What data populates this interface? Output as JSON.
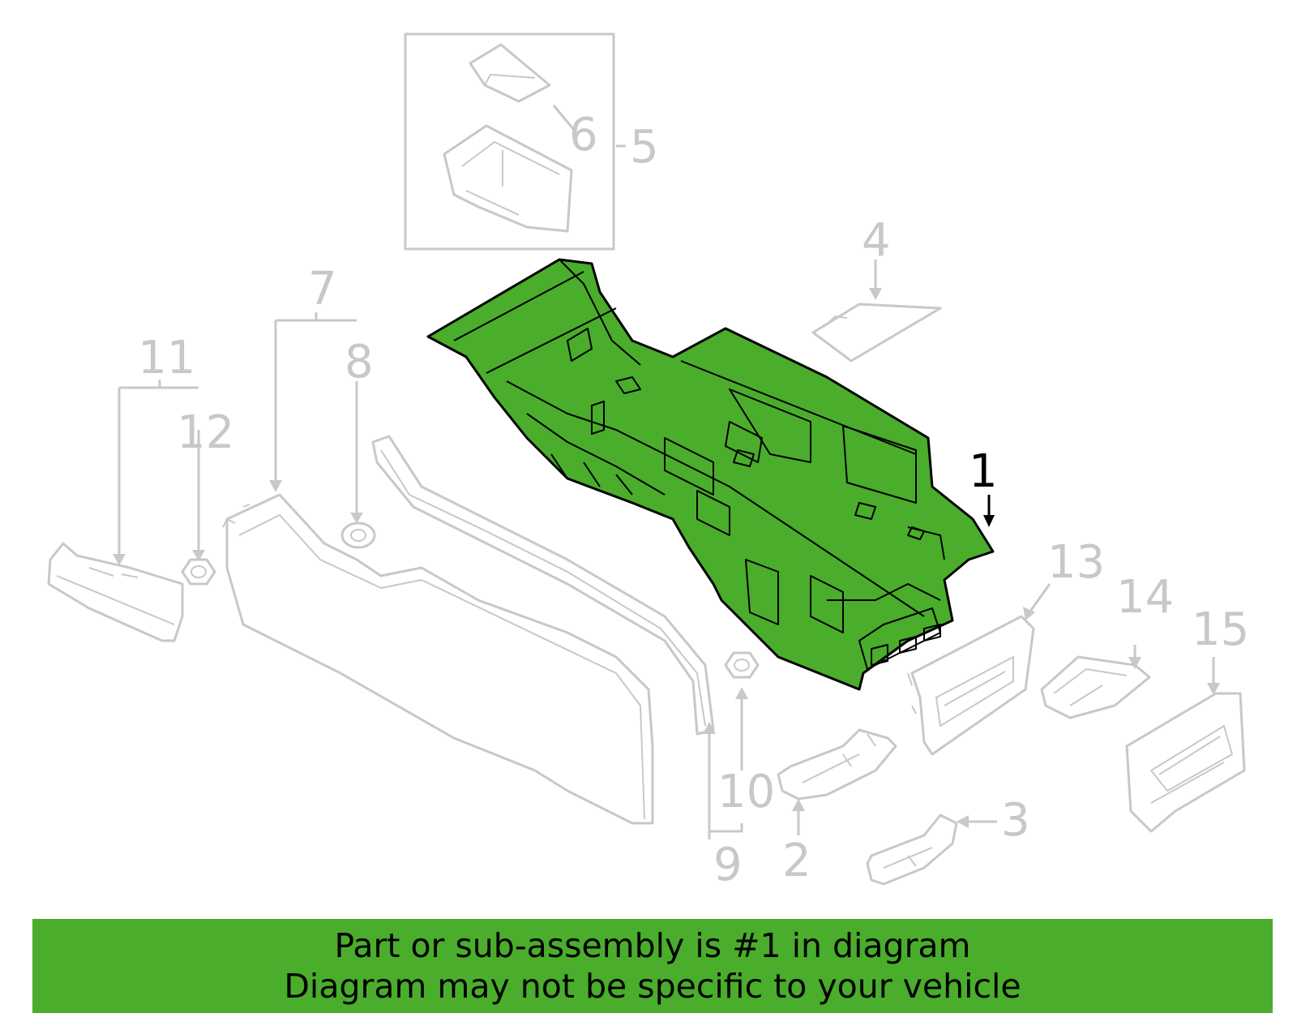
{
  "diagram": {
    "highlight_color": "#4aad2b",
    "callouts": {
      "c1": "1",
      "c2": "2",
      "c3": "3",
      "c4": "4",
      "c5": "5",
      "c6": "6",
      "c7": "7",
      "c8": "8",
      "c9": "9",
      "c10": "10",
      "c11": "11",
      "c12": "12",
      "c13": "13",
      "c14": "14",
      "c15": "15"
    },
    "highlighted_part": "1"
  },
  "banner": {
    "line1": "Part or sub-assembly is #1 in diagram",
    "line2": "Diagram may not be specific to your vehicle",
    "background": "#4aad2b"
  }
}
